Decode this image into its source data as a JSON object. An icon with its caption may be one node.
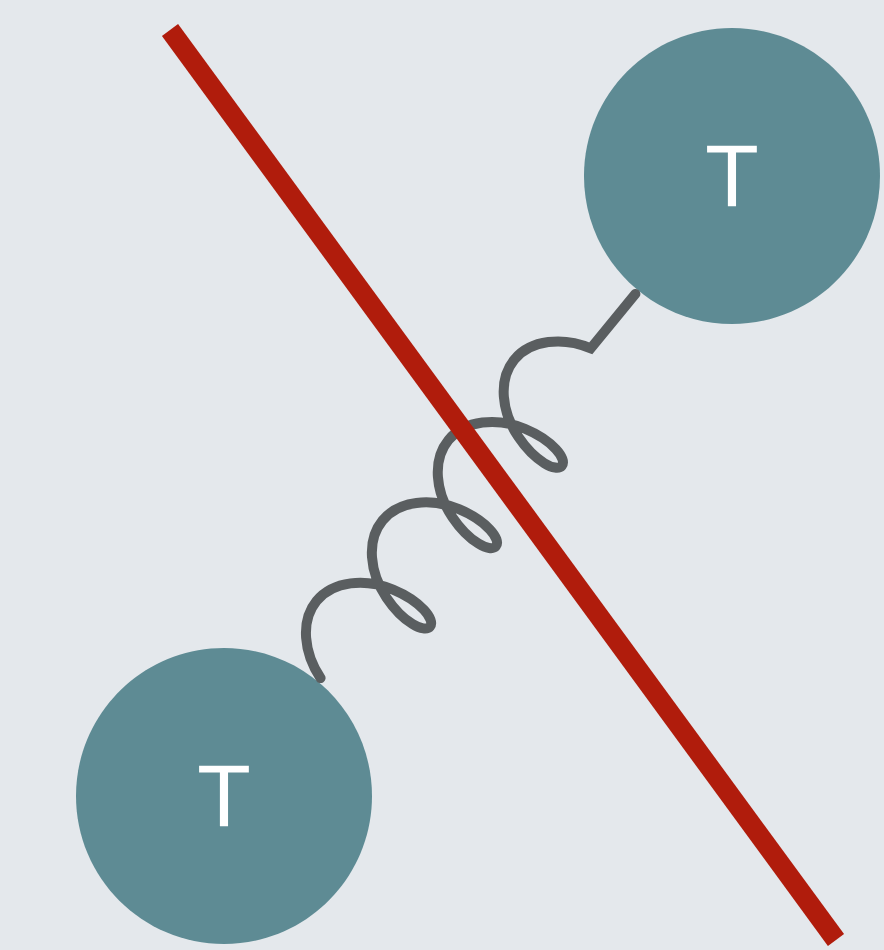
{
  "diagram": {
    "nodes": [
      {
        "text": [
          "T"
        ]
      },
      {
        "text": [
          "T"
        ]
      }
    ],
    "edges": [
      {
        "from": 1,
        "to": 0,
        "arrow": "none"
      }
    ]
  }
}
